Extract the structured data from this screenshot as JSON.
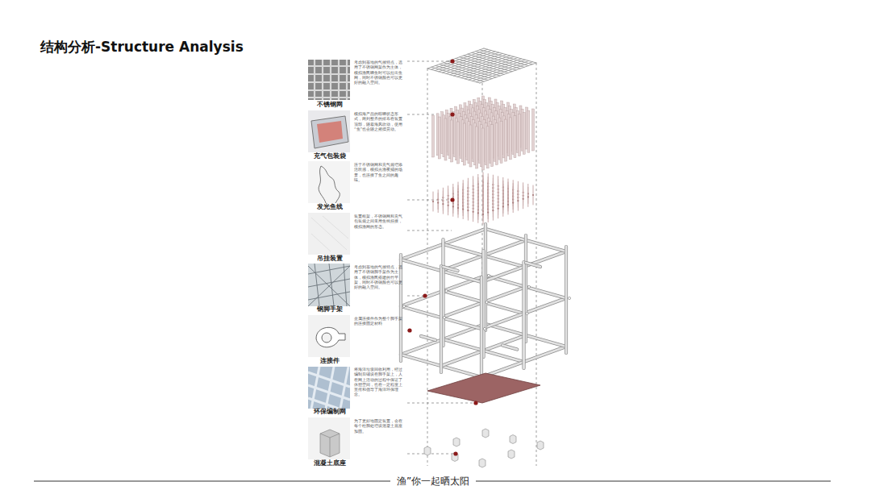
{
  "diagram": {
    "title": "结构分析-Structure Analysis",
    "caption": "渔”你一起晒太阳",
    "nodes": [
      {
        "text": [
          "不锈钢网",
          "考虑到基地的气候特点，选用了不锈钢网架作为主体，模拟渔民晒鱼时可以拉出鱼网，同时不锈钢颜色可以更好的融入空间。"
        ]
      },
      {
        "text": [
          "充气包装袋",
          "模拟海产品的晾晒状态形式，两列整齐的排布在装置顶部，随着海风吹动，使用“鱼”也会随之摇摆晃动。"
        ]
      },
      {
        "text": [
          "发光鱼线",
          "连于不锈钢网和充气袋增添活跃感，模拟光渔夜捕的场景，也连接了鱼之间的趣味。"
        ]
      },
      {
        "text": [
          "吊挂装置",
          "装置框架，不锈钢网和充气包装袋之间采用鱼线挂接，模拟渔网的形态。"
        ]
      },
      {
        "text": [
          "钢脚手架",
          "考虑到基地的气候特点，选用了不锈钢脚手架作为主体，模拟渔民搭建的竹竿架，同时不锈钢颜色可以更好的融入空间。"
        ]
      },
      {
        "text": [
          "连接件",
          "金属连接件作为整个脚手架的连接固定材料"
        ]
      },
      {
        "text": [
          "环保编制网",
          "将海洋垃圾回收利用，经过编制后铺设在脚手架上，人在网上活动的过程中保证了休憩空间，也在一定程度上宣传和倡导了海洋环保理念。"
        ]
      },
      {
        "text": [
          "混凝土底座",
          "为了更好地固定装置，会在每个柱脚处增设混凝土底座加固。"
        ]
      }
    ]
  }
}
